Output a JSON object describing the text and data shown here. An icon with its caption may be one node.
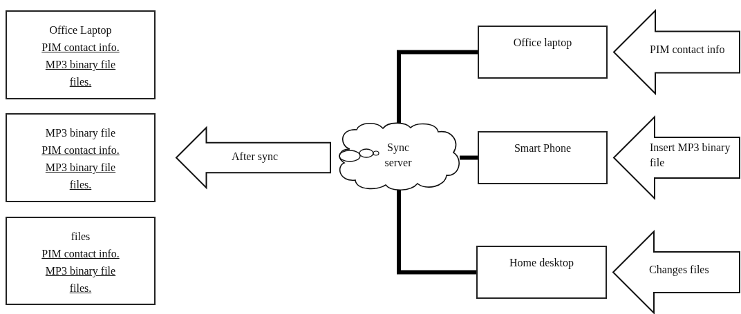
{
  "diagram": {
    "nodes": [
      {
        "text": [
          "Office Laptop",
          "PIM contact info.",
          "MP3 binary file",
          "files."
        ]
      },
      {
        "text": [
          "MP3 binary file",
          "PIM contact info.",
          "MP3 binary file",
          "files."
        ]
      },
      {
        "text": [
          "files",
          "PIM contact info.",
          "MP3 binary file",
          "files."
        ]
      },
      {
        "text": [
          "Sync server"
        ]
      },
      {
        "text": [
          "Office laptop"
        ]
      },
      {
        "text": [
          "Smart Phone"
        ]
      },
      {
        "text": [
          "Home desktop"
        ]
      }
    ],
    "edges": [
      {
        "from": 3,
        "to": 4,
        "arrow": "none"
      },
      {
        "from": 3,
        "to": 5,
        "arrow": "none"
      },
      {
        "from": 3,
        "to": 6,
        "arrow": "none"
      },
      {
        "from": 3,
        "to": 1,
        "arrow": "to",
        "label": "After sync"
      },
      {
        "from": null,
        "to": 4,
        "arrow": "to",
        "label": "PIM contact info"
      },
      {
        "from": null,
        "to": 5,
        "arrow": "to",
        "label": "Insert MP3 binary file"
      },
      {
        "from": null,
        "to": 6,
        "arrow": "to",
        "label": "Changes files"
      }
    ]
  }
}
